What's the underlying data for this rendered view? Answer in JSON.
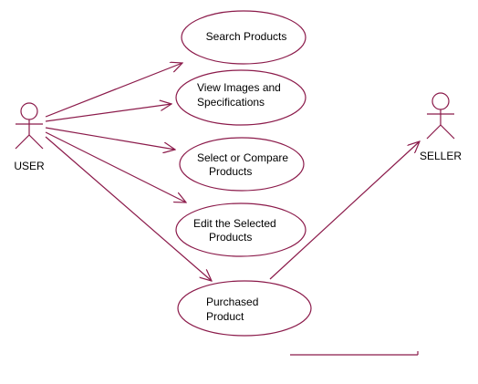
{
  "diagram": {
    "stroke_color": "#8b1a4a",
    "actors": {
      "user": "USER",
      "seller": "SELLER"
    },
    "use_cases": {
      "search": [
        "Search Products"
      ],
      "view": [
        "View Images and",
        "Specifications"
      ],
      "select": [
        "Select or Compare",
        "Products"
      ],
      "edit": [
        "Edit the Selected",
        "Products"
      ],
      "purchased": [
        "Purchased",
        "Product"
      ]
    }
  }
}
